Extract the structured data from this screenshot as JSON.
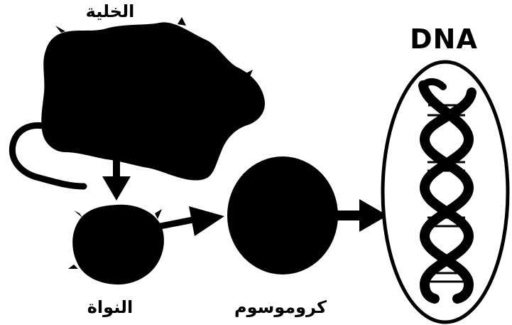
{
  "labels": {
    "cell": "الخلية",
    "nucleus": "النواة",
    "chromosome": "كروموسوم",
    "dna": "DNA"
  },
  "colors": {
    "ink": "#000000",
    "background": "#ffffff"
  }
}
